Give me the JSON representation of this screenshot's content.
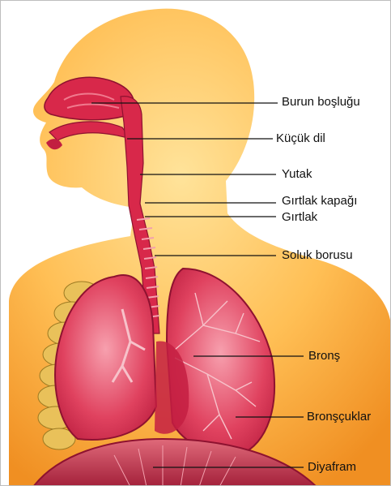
{
  "labels": [
    {
      "id": "burun",
      "text": "Burun boşluğu"
    },
    {
      "id": "kucuk",
      "text": "Küçük dil"
    },
    {
      "id": "yutak",
      "text": "Yutak"
    },
    {
      "id": "kapak",
      "text": "Gırtlak kapağı"
    },
    {
      "id": "girtlak",
      "text": "Gırtlak"
    },
    {
      "id": "soluk",
      "text": "Soluk borusu"
    },
    {
      "id": "brons",
      "text": "Bronş"
    },
    {
      "id": "bronscuk",
      "text": "Bronşçuklar"
    },
    {
      "id": "diyafram",
      "text": "Diyafram"
    }
  ],
  "colors": {
    "skin": "#f7a93b",
    "skin_light": "#ffd680",
    "organ": "#d8284a",
    "organ_light": "#f07a8e",
    "organ_dark": "#8e1230",
    "rib": "#e9c15a",
    "line": "#111111"
  }
}
